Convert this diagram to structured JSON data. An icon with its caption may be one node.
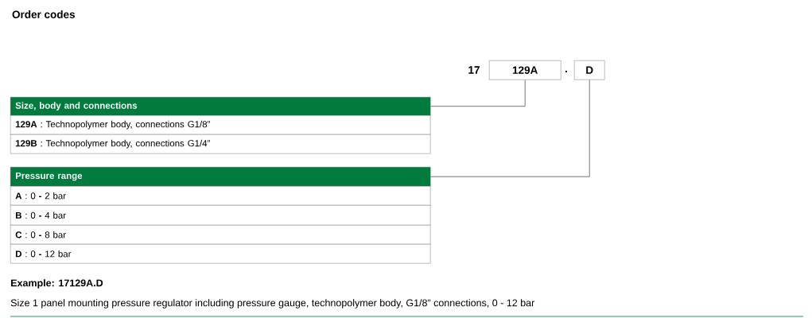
{
  "diagram": {
    "title": "Order codes",
    "nodes": [
      {
        "text": [
          "Size, body and connections"
        ]
      },
      {
        "text": [
          "**129A** : Technopolymer body, connections G1/8”"
        ]
      },
      {
        "text": [
          "**129B** : Technopolymer body, connections G1/4”"
        ]
      },
      {
        "text": [
          "Pressure range"
        ]
      },
      {
        "text": [
          "**A** : 0 **-** 2 bar"
        ]
      },
      {
        "text": [
          "**B** : 0 **-** 4 bar"
        ]
      },
      {
        "text": [
          "**C** : 0 **-** 8 bar"
        ]
      },
      {
        "text": [
          "**D** : 0 **-** 12 bar"
        ]
      },
      {
        "text": [
          "129A"
        ]
      },
      {
        "text": [
          "D"
        ]
      }
    ],
    "edges": [
      {
        "from": 8,
        "to": 0,
        "arrow": "none"
      },
      {
        "from": 9,
        "to": 3,
        "arrow": "none"
      }
    ],
    "labels": [
      "17",
      ".",
      "Example: 17129A.D",
      "Size 1 panel mounting pressure regulator including pressure gauge, technopolymer body, G1/8” connections, 0 - 12 bar"
    ]
  }
}
